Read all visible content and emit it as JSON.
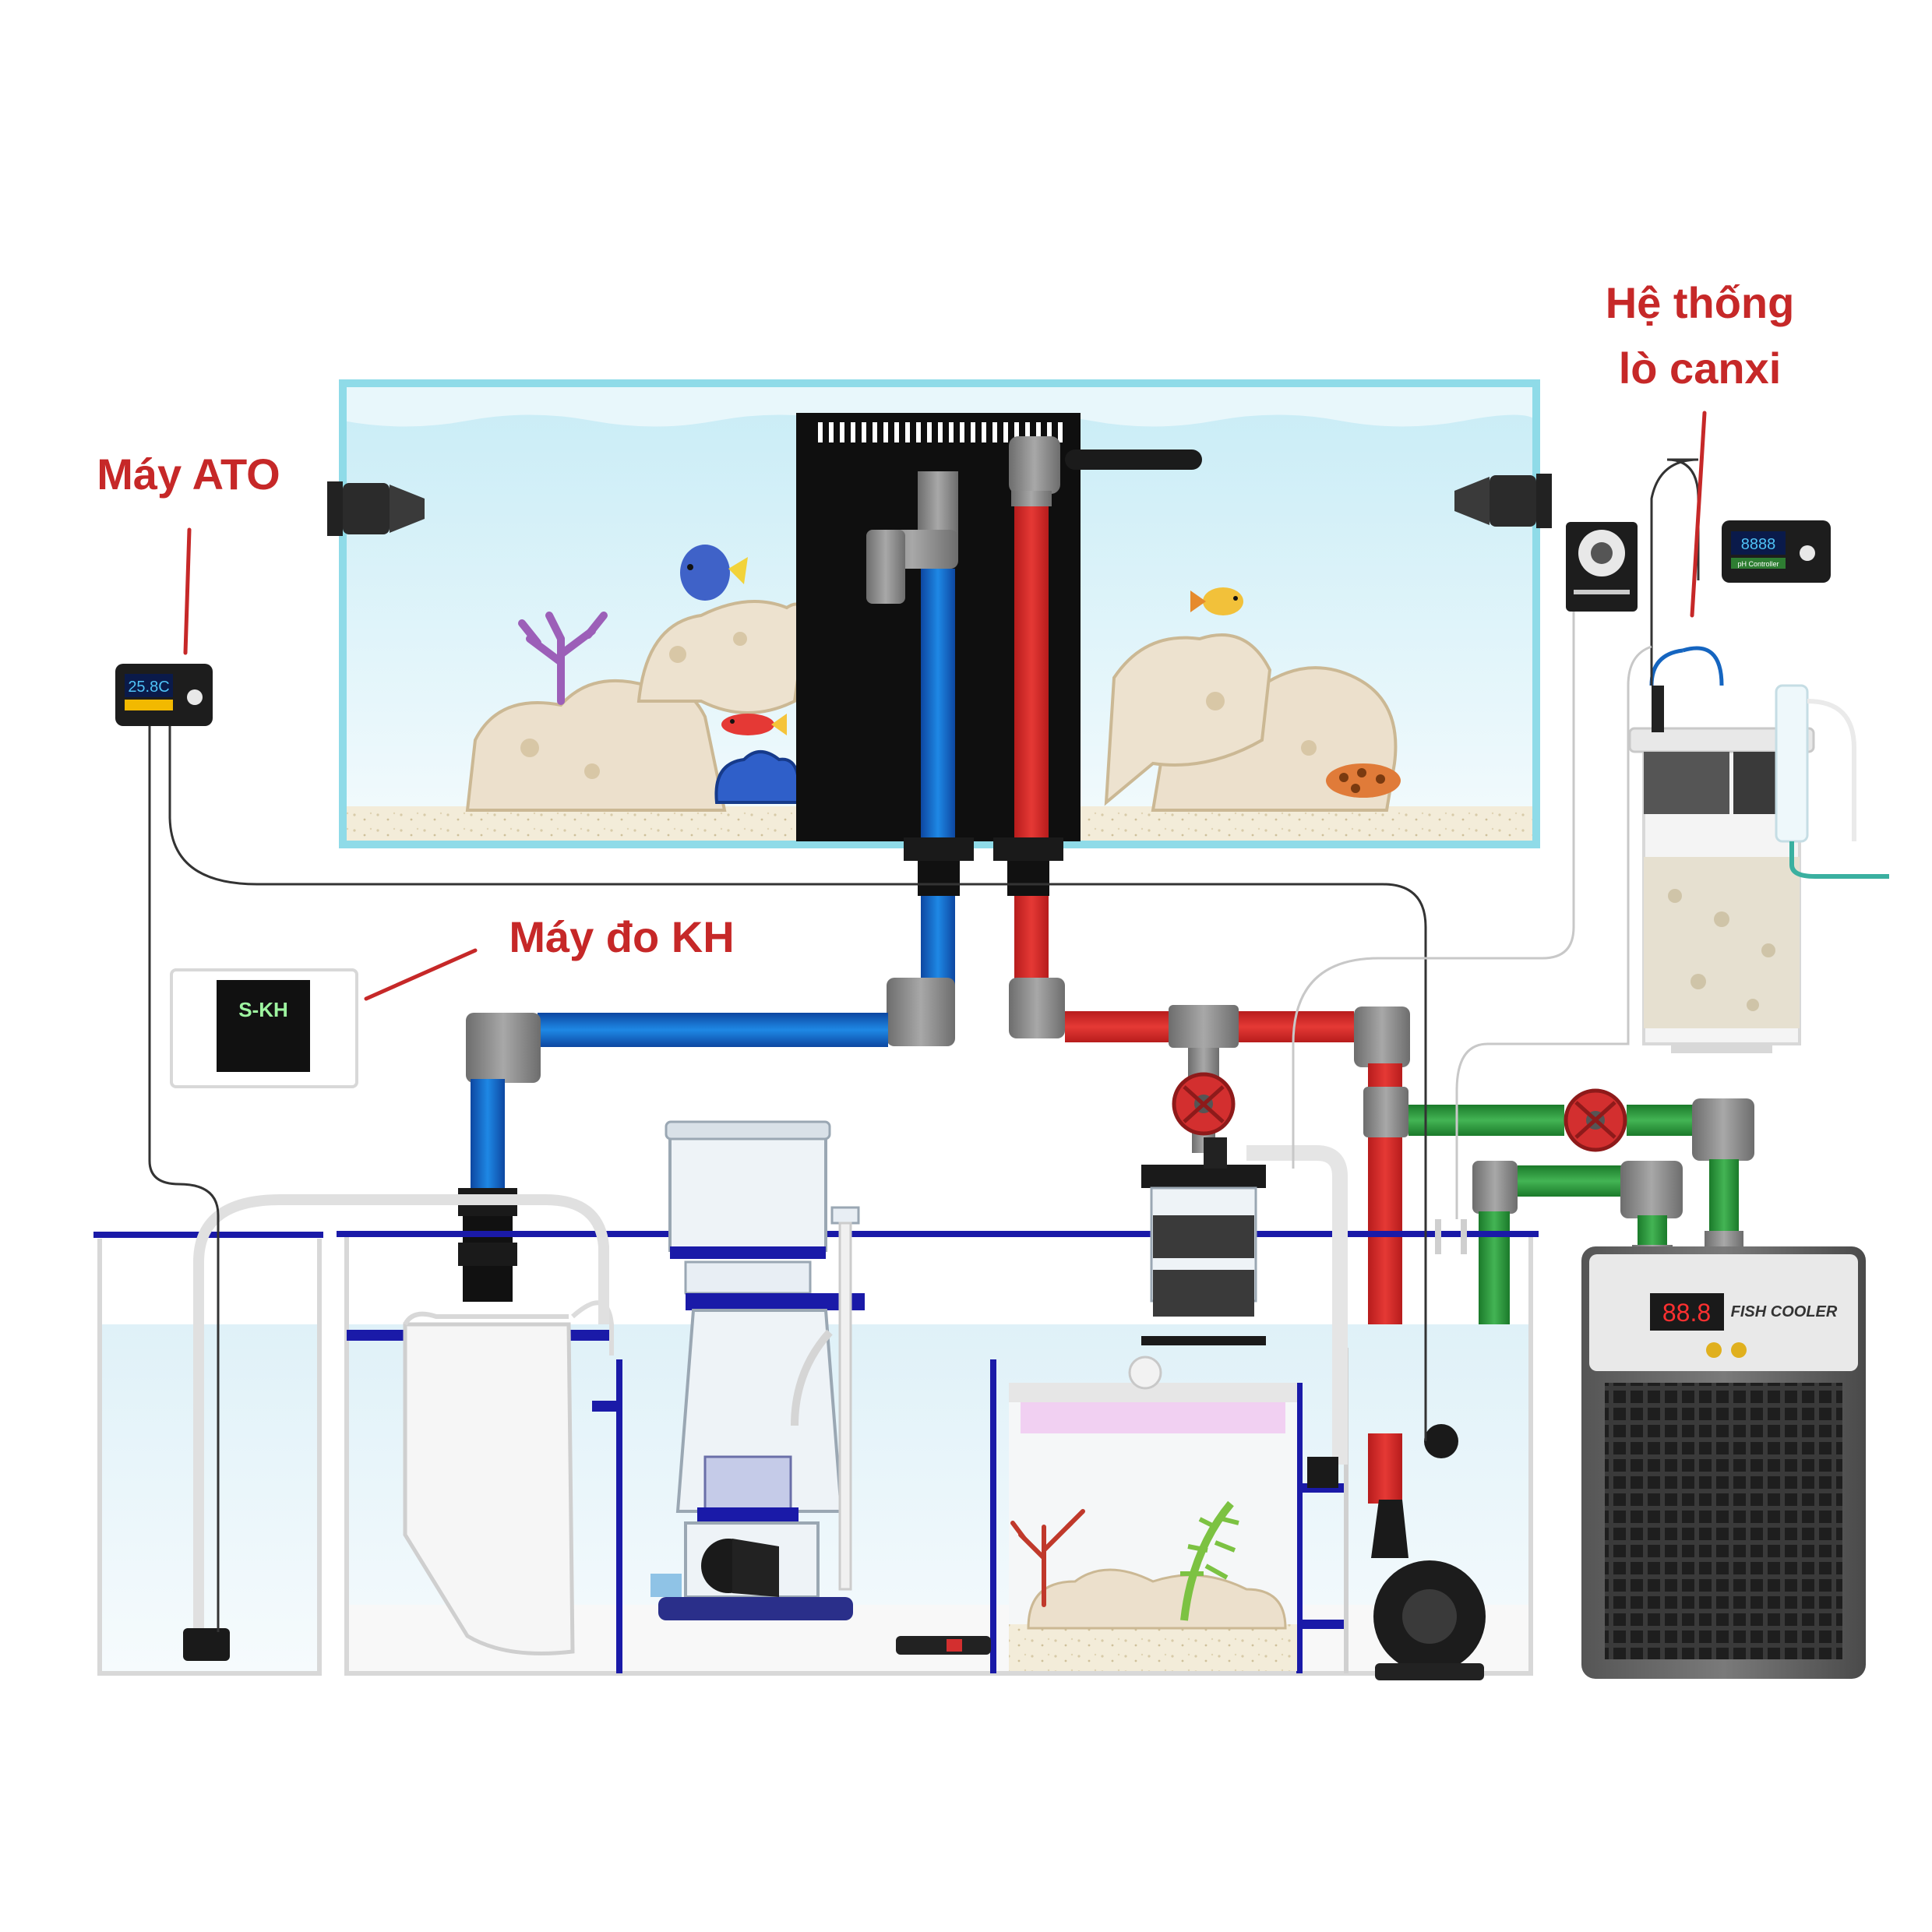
{
  "labels": {
    "ato": "Máy ATO",
    "kh": "Máy đo KH",
    "calcium_line1": "Hệ thống",
    "calcium_line2": "lò canxi"
  },
  "devices": {
    "ato_display_temp": "25.8C",
    "kh_display_brand": "S-KH",
    "ph_display_value": "8888",
    "ph_display_label": "pH Controller",
    "chiller_brand": "FISH COOLER",
    "chiller_display": "88.8"
  },
  "colors": {
    "label_red": "#c62828",
    "return_pipe_red": "#d32f2f",
    "drain_pipe_blue": "#1565c0",
    "chiller_pipe_green": "#2e9e3e",
    "fitting_gray": "#8a8a8a",
    "sump_outline_blue": "#1a1aa8",
    "tank_glass_cyan": "#a8e4ee"
  }
}
